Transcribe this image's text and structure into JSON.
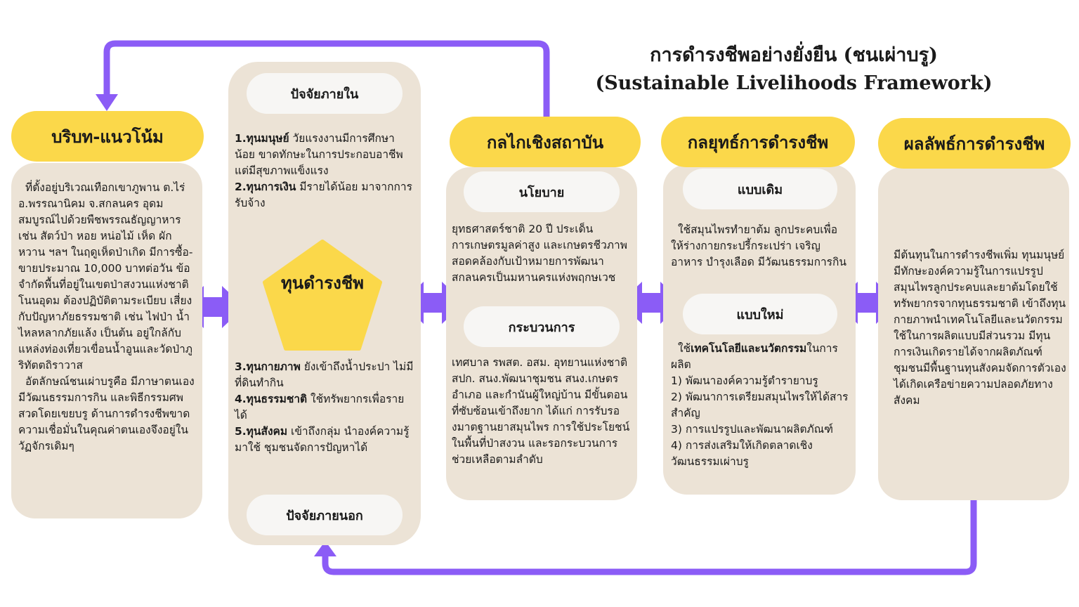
{
  "title": {
    "line1": "การดำรงชีพอย่างยั่งยืน (ชนเผ่าบรู)",
    "line2": "(Sustainable Livelihoods Framework)"
  },
  "context": {
    "header": "บริบท-แนวโน้ม",
    "para1": "ที่ตั้งอยู่บริเวณเทือกเขาภูพาน ต.ไร่ อ.พรรณานิคม จ.สกลนคร อุดมสมบูรณ์ไปด้วยพืชพรรณธัญญาหาร เช่น สัตว์ป่า หอย หน่อไม้ เห็ด ผักหวาน ฯลฯ ในฤดูเห็ดป่าเกิด มีการซื้อ-ขายประมาณ 10,000 บาทต่อวัน ข้อจำกัดพื้นที่อยู่ในเขตป่าสงวนแห่งชาติโนนอุดม ต้องปฏิบัติตามระเบียบ เสี่ยงกับปัญหาภัยธรรมชาติ เช่น ไฟป่า น้ำไหลหลากภัยแล้ง เป็นต้น อยู่ใกล้กับแหล่งท่องเที่ยวเขื่อนน้ำอูนและวัดป่าภูริทัตตถิราวาส",
    "para2": "อัตลักษณ์ชนเผ่าบรูคือ มีภาษาตนเอง มีวัฒนธรรมการกิน และพิธีกรรมศพสวดโดยเขยบรู ด้านการดำรงชีพขาดความเชื่อมั่นในคุณค่าตนเองจึงอยู่ในวัฏจักรเดิมๆ"
  },
  "capital": {
    "internal_label": "ปัจจัยภายใน",
    "external_label": "ปัจจัยภายนอก",
    "center_label": "ทุนดำรงชีพ",
    "items": [
      {
        "head": "1.ทุนมนุษย์",
        "text": " วัยแรงงานมีการศึกษาน้อย ขาดทักษะในการประกอบอาชีพ แต่มีสุขภาพแข็งแรง"
      },
      {
        "head": "2.ทุนการเงิน",
        "text": " มีรายได้น้อย มาจากการรับจ้าง"
      },
      {
        "head": "3.ทุนกายภาพ",
        "text": " ยังเข้าถึงน้ำประปา ไม่มีที่ดินทำกิน"
      },
      {
        "head": "4.ทุนธรรมชาติ",
        "text": " ใช้ทรัพยากรเพื่อรายได้"
      },
      {
        "head": "5.ทุนสังคม",
        "text": " เข้าถึงกลุ่ม นำองค์ความรู้มาใช้ ชุมชนจัดการปัญหาได้"
      }
    ]
  },
  "institution": {
    "header": "กลไกเชิงสถาบัน",
    "policy_label": "นโยบาย",
    "policy_text": "ยุทธศาสตร์ชาติ 20 ปี  ประเด็นการเกษตรมูลค่าสูง และเกษตรชีวภาพ สอดคล้องกับเป้าหมายการพัฒนาสกลนครเป็นมหานครแห่งพฤกษเวช",
    "process_label": "กระบวนการ",
    "process_text": "เทศบาล รพสต. อสม. อุทยานแห่งชาติ สปก. สนง.พัฒนาชุมชน สนง.เกษตรอำเภอ และกำนันผู้ใหญ่บ้าน มีขั้นตอนที่ซับซ้อนเข้าถึงยาก ได้แก่ การรับรองมาตฐานยาสมุนไพร การใช้ประโยชน์ในพื้นที่ป่าสงวน และรอกระบวนการช่วยเหลือตามลำดับ"
  },
  "strategy": {
    "header": "กลยุทธ์การดำรงชีพ",
    "old_label": "แบบเดิม",
    "old_text": "ใช้สมุนไพรทำยาต้ม ลูกประคบเพื่อให้ร่างกายกระปรี้กระเปร่า เจริญอาหาร บำรุงเลือด มีวัฒนธรรมการกิน",
    "new_label": "แบบใหม่",
    "new_intro_pre": "ใช้",
    "new_intro_bold": "เทคโนโลยีและนวัตกรรม",
    "new_intro_post": "ในการผลิต",
    "new_items": [
      "1) พัฒนาองค์ความรู้ตำรายาบรู",
      "2) พัฒนาการเตรียมสมุนไพรให้ได้สารสำคัญ",
      "3) การแปรรูปและพัฒนาผลิตภัณฑ์",
      "4) การส่งเสริมให้เกิดตลาดเชิงวัฒนธรรมเผ่าบรู"
    ]
  },
  "outcome": {
    "header": "ผลลัพธ์การดำรงชีพ",
    "text": "มีต้นทุนในการดำรงชีพเพิ่ม ทุนมนุษย์มีทักษะองค์ความรู้ในการแปรรูปสมุนไพรลูกประคบและยาต้มโดยใช้ทรัพยากรจากทุนธรรมชาติ เข้าถึงทุนกายภาพนำเทคโนโลยีและนวัตกรรมใช้ในการผลิตแบบมีส่วนรวม มีทุนการเงินเกิดรายได้จากผลิตภัณฑ์ ชุมชนมีพื้นฐานทุนสังคมจัดการตัวเองได้เกิดเครือข่ายความปลอดภัยทางสังคม"
  },
  "colors": {
    "arrow": "#8b5cf6",
    "yellow": "#fbd84a",
    "panel": "#ece3d6",
    "pill": "#f7f6f4"
  }
}
